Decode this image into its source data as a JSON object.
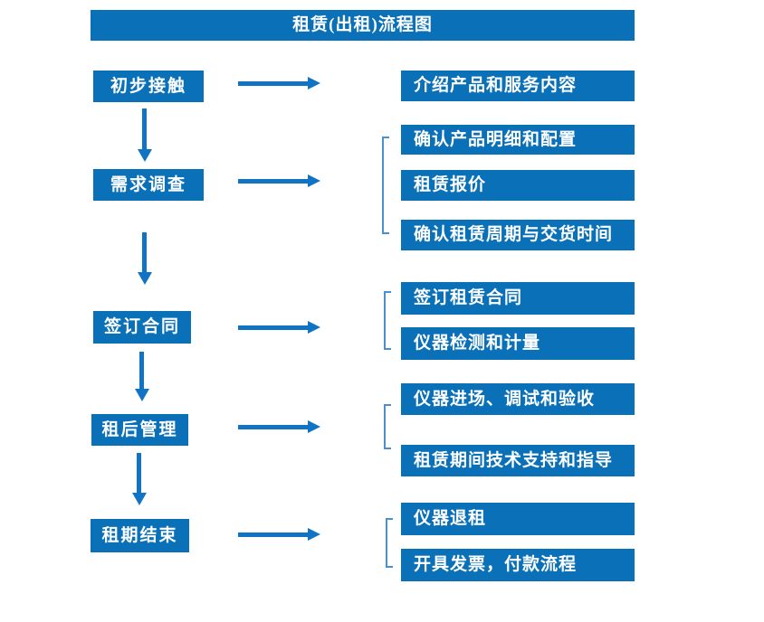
{
  "title": "租赁(出租)流程图",
  "colors": {
    "box_blue": "#0a70b8",
    "arrow_blue": "#1173c4",
    "bracket_blue": "#4a90cc",
    "text_white": "#ffffff"
  },
  "steps": [
    {
      "label": "初步接触",
      "details": [
        "介绍产品和服务内容"
      ]
    },
    {
      "label": "需求调查",
      "details": [
        "确认产品明细和配置",
        "租赁报价",
        "确认租赁周期与交货时间"
      ]
    },
    {
      "label": "签订合同",
      "details": [
        "签订租赁合同",
        "仪器检测和计量"
      ]
    },
    {
      "label": "租后管理",
      "details": [
        "仪器进场、调试和验收",
        "租赁期间技术支持和指导"
      ]
    },
    {
      "label": "租期结束",
      "details": [
        "仪器退租",
        "开具发票，付款流程"
      ]
    }
  ]
}
